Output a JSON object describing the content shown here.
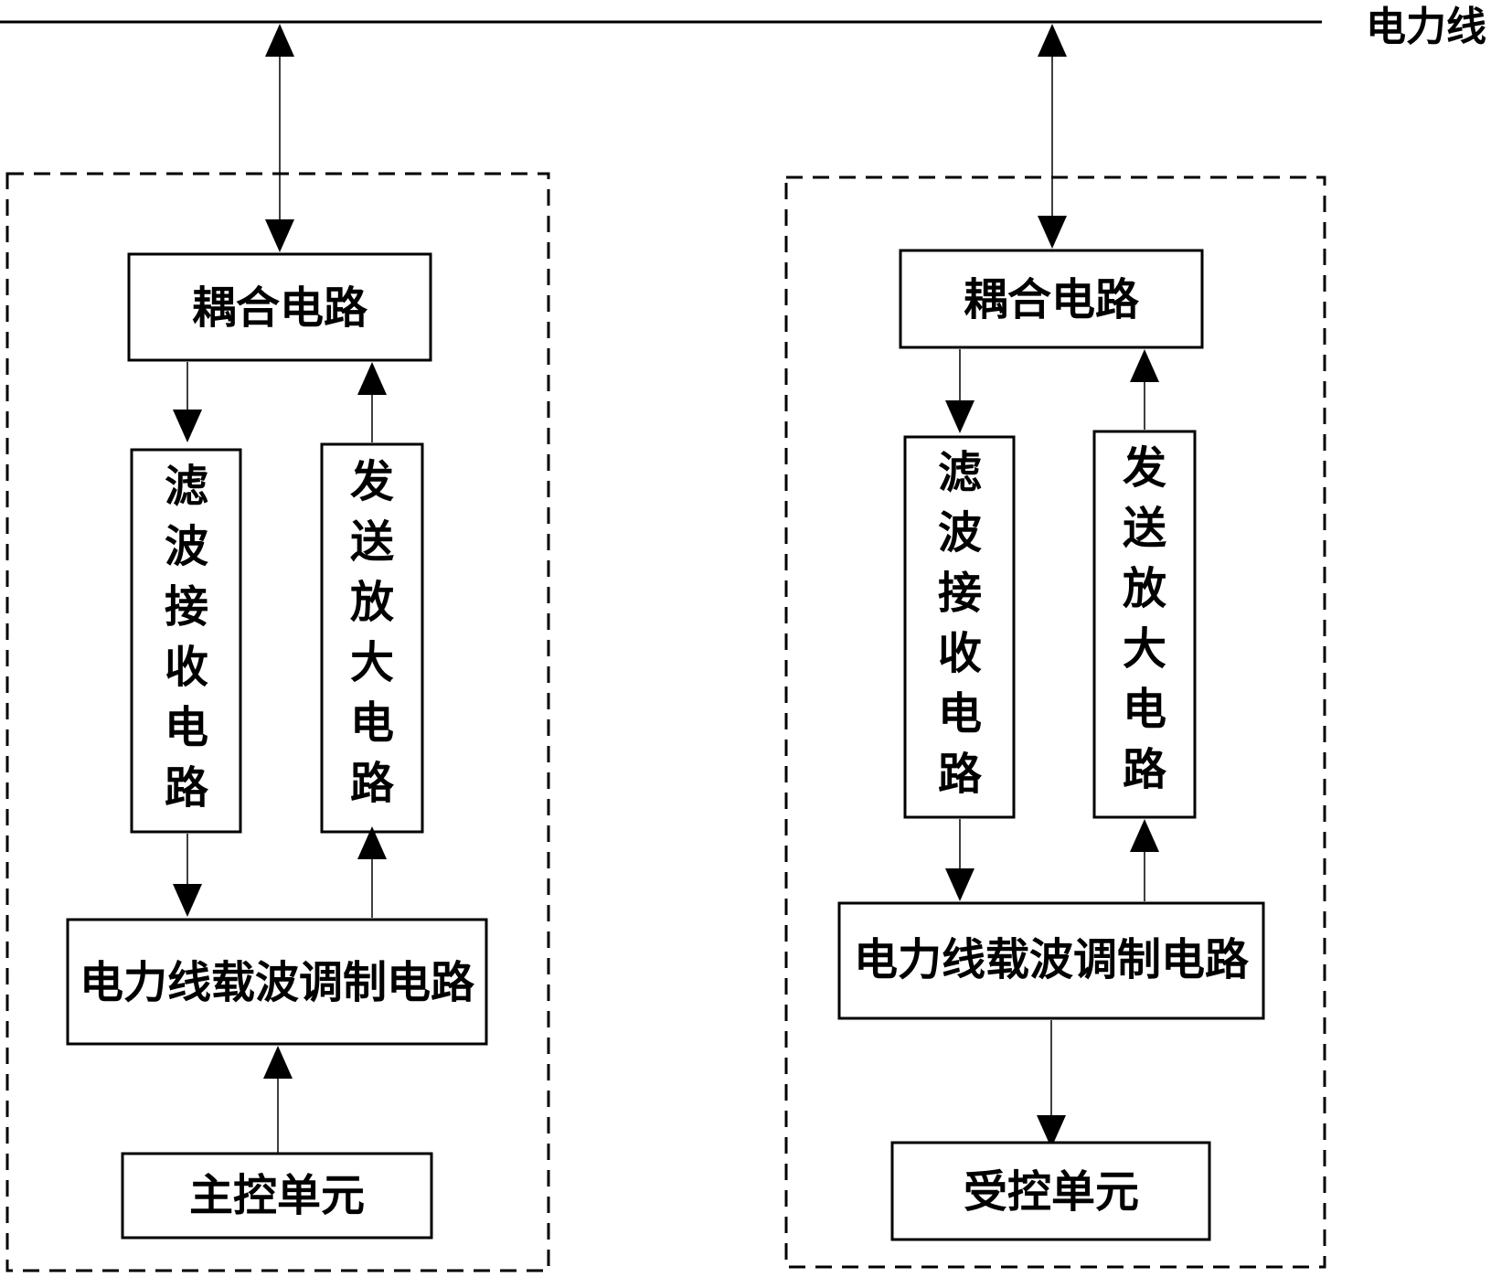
{
  "power_line_label": "电力线",
  "master": {
    "coupling": "耦合电路",
    "filter_receive": "滤波接收电路",
    "transmit_amp": "发送放大电路",
    "modulation": "电力线载波调制电路",
    "control_unit": "主控单元"
  },
  "slave": {
    "coupling": "耦合电路",
    "filter_receive": "滤波接收电路",
    "transmit_amp": "发送放大电路",
    "modulation": "电力线载波调制电路",
    "control_unit": "受控单元"
  }
}
